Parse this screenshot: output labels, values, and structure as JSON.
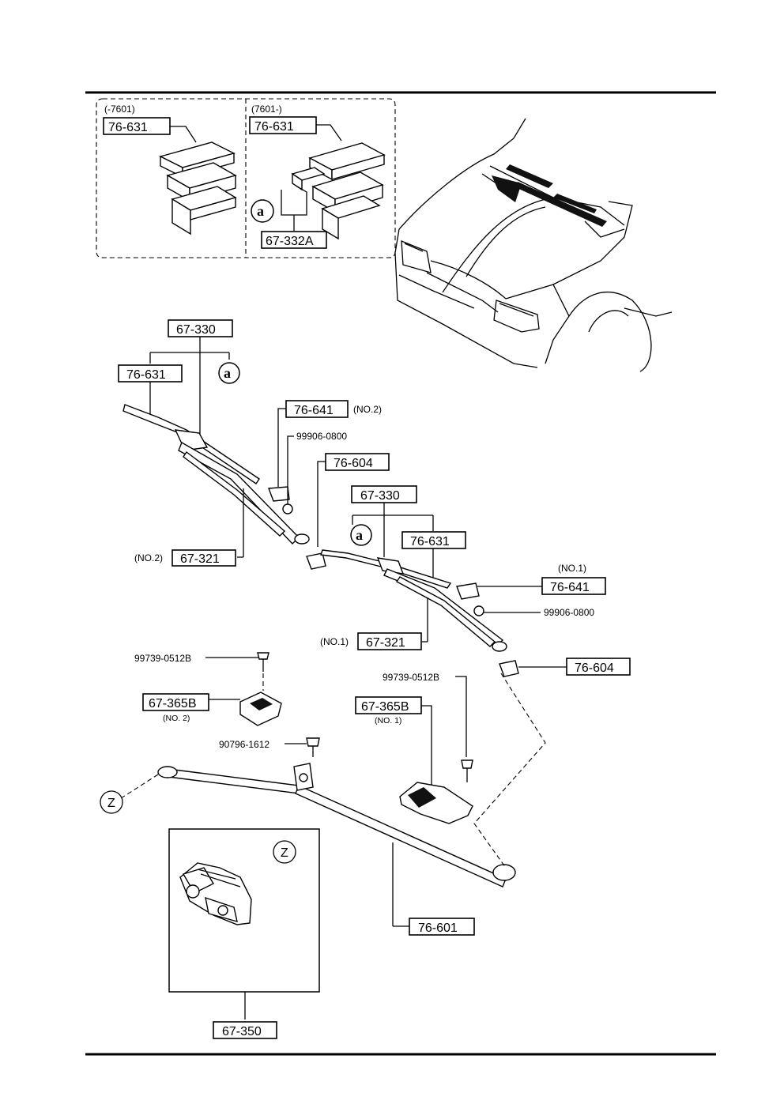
{
  "inset": {
    "left_variant_label": "(-7601)",
    "right_variant_label": "(7601-)",
    "left_part": "76-631",
    "right_part": "76-631",
    "right_sub_part": "67-332A",
    "ref_letter": "a"
  },
  "parts": {
    "p_67_330_a": "67-330",
    "p_76_631_a": "76-631",
    "ref_a_1": "a",
    "p_76_641_a": "76-641",
    "no2_a": "(NO.2)",
    "p_99906_a": "99906-0800",
    "p_76_604_a": "76-604",
    "p_67_330_b": "67-330",
    "ref_a_2": "a",
    "p_76_631_b": "76-631",
    "no2_b": "(NO.2)",
    "p_67_321_a": "67-321",
    "no1_a": "(NO.1)",
    "p_76_641_b": "76-641",
    "p_99906_b": "99906-0800",
    "no1_b": "(NO.1)",
    "p_67_321_b": "67-321",
    "p_99739_a": "99739-0512B",
    "p_76_604_b": "76-604",
    "p_99739_b": "99739-0512B",
    "p_67_365b_a": "67-365B",
    "no2_c": "(NO. 2)",
    "p_67_365b_b": "67-365B",
    "no1_c": "(NO. 1)",
    "p_90796": "90796-1612",
    "ref_z_1": "Z",
    "ref_z_2": "Z",
    "p_76_601": "76-601",
    "p_67_350": "67-350"
  }
}
